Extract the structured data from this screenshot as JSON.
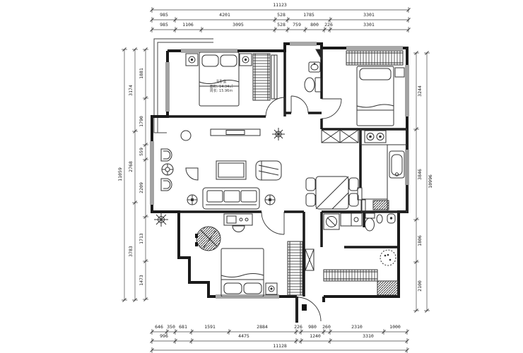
{
  "drawing_type": "apartment floor plan (CAD)",
  "dims": {
    "top_overall": "11123",
    "top_row1": [
      "985",
      "4201",
      "528",
      "1785",
      "3301"
    ],
    "top_row2": [
      "985",
      "1106",
      "3095",
      "528",
      "759",
      "800",
      "226",
      "3301"
    ],
    "bottom_row1": [
      "646",
      "350",
      "681",
      "1591",
      "2884",
      "226",
      "980",
      "260",
      "2310",
      "1000"
    ],
    "bottom_row2": [
      "996",
      "4475",
      "1240",
      "3310"
    ],
    "bottom_overall": "11128",
    "left_overall": "11059",
    "left_mid": [
      "3174",
      "2768",
      "3783"
    ],
    "left_inner": [
      "1881",
      "1790",
      "559",
      "2209",
      "1713",
      "1473"
    ],
    "right_inner": [
      "3244",
      "3846",
      "1806",
      "2100"
    ],
    "right_overall": "10996"
  },
  "plan": {
    "master_label": {
      "name": "主卧室",
      "area": "面积: 14.34㎡",
      "perimeter": "周长: 15.96m"
    }
  },
  "colors": {
    "ink": "#1a1a1a",
    "furniture": "#333333",
    "background": "#ffffff"
  }
}
